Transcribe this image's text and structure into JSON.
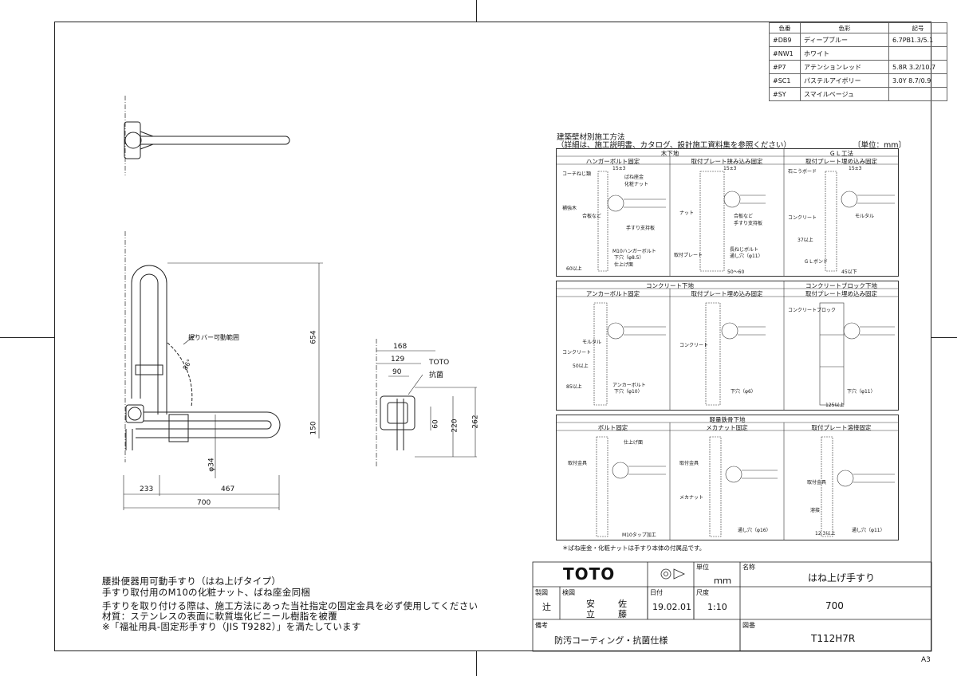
{
  "color_table": {
    "headers": [
      "色番",
      "色彩",
      "記号"
    ],
    "rows": [
      [
        "#DB9",
        "ディープブルー",
        "6.7PB1.3/5.1"
      ],
      [
        "#NW1",
        "ホワイト",
        ""
      ],
      [
        "#P7",
        "アテンションレッド",
        "5.8R 3.2/10.7"
      ],
      [
        "#SC1",
        "パステルアイボリー",
        "3.0Y 8.7/0.9"
      ],
      [
        "#SY",
        "スマイルベージュ",
        ""
      ]
    ]
  },
  "construction": {
    "title": "建築壁材別施工方法",
    "subtitle": "（詳細は、施工説明書、カタログ、設計施工資料集を参照ください）",
    "unit": "〔単位：mm〕",
    "groups": {
      "wood": "木下地",
      "gl": "ＧＬ工法",
      "concrete": "コンクリート下地",
      "block": "コンクリートブロック下地",
      "steel": "軽量鉄骨下地"
    },
    "panels": {
      "p1": "ハンガーボルト固定",
      "p2": "取付プレート挟み込み固定",
      "p3": "取付プレート埋め込み固定",
      "p4": "アンカーボルト固定",
      "p5": "取付プレート埋め込み固定",
      "p6": "取付プレート埋め込み固定",
      "p7": "ボルト固定",
      "p8": "メカナット固定",
      "p9": "取付プレート溶接固定"
    },
    "labels": {
      "l15": "15±3",
      "springwasher": "ばね座金",
      "capnut": "化粧ナット",
      "nut": "ナット",
      "plate": "手すり支持板",
      "concrete": "コンクリート",
      "mortar": "モルタル",
      "washer": "合板など",
      "fixmetal": "取付金具",
      "mechanut": "メカナット",
      "bolt": "長ねじボルト",
      "hole": "通し穴（φ11）",
      "hole16": "通し穴（φ16）",
      "finish": "仕上げ面",
      "plate2": "取付プレート",
      "block": "コンクリートブロック",
      "weld": "溶接",
      "hanger": "M10ハンガーボルト",
      "hanger_hole": "下穴（φ8.5）",
      "anchor": "アンカーボルト",
      "anchor_hole": "下穴（φ10）",
      "anchor_hole2": "下穴（φ6）",
      "anchor_hole3": "下穴（φ11）",
      "tap": "M10タップ加工",
      "coach": "コーチねじ類",
      "base": "補強木",
      "gl_board": "石こうボード",
      "gl_bond": "ＧＬボンド",
      "v60": "60以上",
      "v50": "50以上",
      "v37": "37以上",
      "v85": "85以上",
      "v50_60": "50〜60",
      "v45": "45以下",
      "v125": "125以上",
      "v123": "12.3以上"
    },
    "footnote": "＊ばね座金・化粧ナットは手すり本体の付属品です。"
  },
  "drawing": {
    "lever_label": "握りバー可動範囲",
    "angle": "86°",
    "toto_label": "TOTO",
    "antibac_label": "抗菌",
    "dims": {
      "d654": "654",
      "d150": "150",
      "d34": "φ34",
      "d233": "233",
      "d467": "467",
      "d700": "700",
      "d168": "168",
      "d129": "129",
      "d90": "90",
      "d60": "60",
      "d220": "220",
      "d262": "262"
    }
  },
  "notes": {
    "line1": "腰掛便器用可動手すり（はね上げタイプ）",
    "line2": "手すり取付用のM10の化粧ナット、ばね座金同梱",
    "line3": "手すりを取り付ける際は、施工方法にあった当社指定の固定金具を必ず使用してください",
    "line4": "材質：ステンレスの表面に軟質塩化ビニール樹脂を被覆",
    "line5": "※「福祉用具-固定形手すり（JIS T9282）」を満たしています"
  },
  "title_block": {
    "brand": "TOTO",
    "unit_label": "単位",
    "unit_value": "ｍｍ",
    "name_label": "名称",
    "name_value": "はね上げ手すり",
    "drawn_label": "製図",
    "drawn_value": "辻",
    "check_label": "検図",
    "check_value1": "安",
    "check_value2": "立",
    "approve_value1": "佐",
    "approve_value2": "藤",
    "date_label": "日付",
    "date_value": "19.02.01",
    "scale_label": "尺度",
    "scale_value": "1:10",
    "model_value": "700",
    "remarks_label": "備考",
    "remarks_value": "防汚コーティング・抗菌仕様",
    "drawing_no_label": "図番",
    "drawing_no_value": "T112H7R"
  },
  "sheet_size": "A3"
}
